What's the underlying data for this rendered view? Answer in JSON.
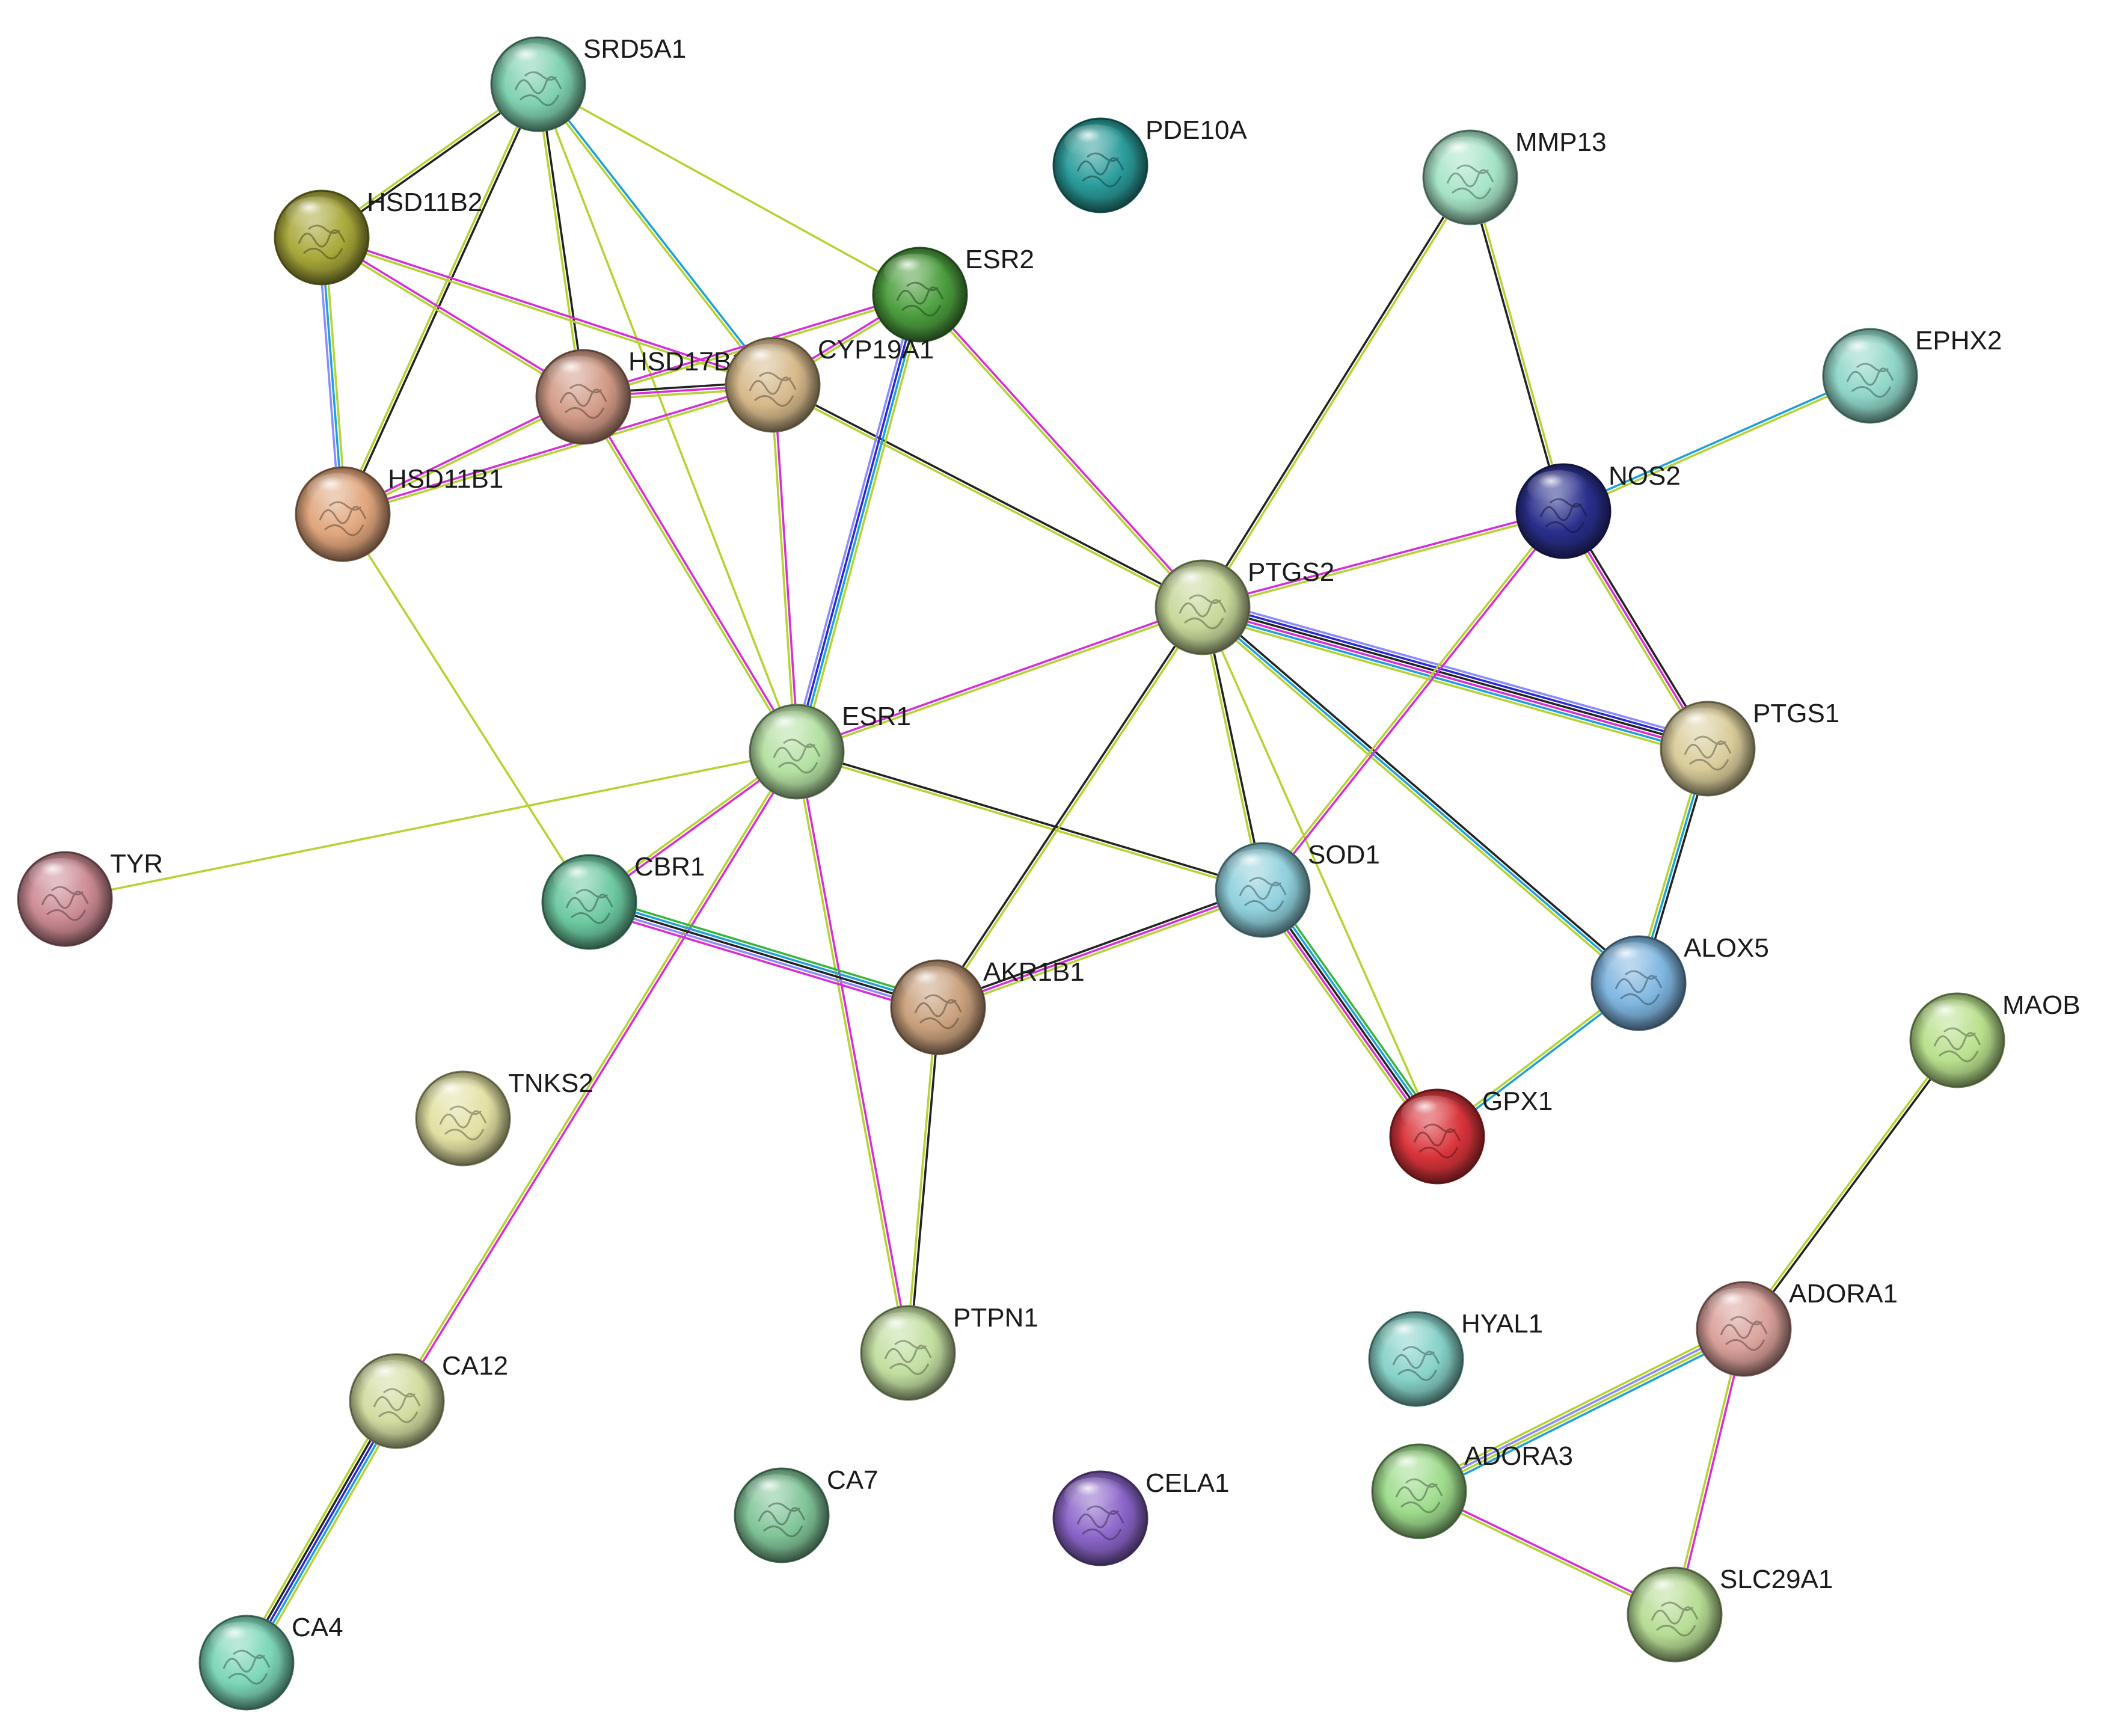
{
  "network": {
    "nodes": [
      {
        "id": "SRD5A1",
        "label": "SRD5A1",
        "color": "#7fd1b0"
      },
      {
        "id": "PDE10A",
        "label": "PDE10A",
        "color": "#2a9c9a"
      },
      {
        "id": "MMP13",
        "label": "MMP13",
        "color": "#a6e4c6"
      },
      {
        "id": "HSD11B2",
        "label": "HSD11B2",
        "color": "#a8a83a"
      },
      {
        "id": "ESR2",
        "label": "ESR2",
        "color": "#4c9e3e"
      },
      {
        "id": "EPHX2",
        "label": "EPHX2",
        "color": "#8fd6c8"
      },
      {
        "id": "HSD17B1",
        "label": "HSD17B1",
        "color": "#d19a86"
      },
      {
        "id": "CYP19A1",
        "label": "CYP19A1",
        "color": "#d6b98a"
      },
      {
        "id": "HSD11B1",
        "label": "HSD11B1",
        "color": "#e0a57c"
      },
      {
        "id": "NOS2",
        "label": "NOS2",
        "color": "#2a2f8c"
      },
      {
        "id": "PTGS2",
        "label": "PTGS2",
        "color": "#c6d89a"
      },
      {
        "id": "ESR1",
        "label": "ESR1",
        "color": "#b4e0a2"
      },
      {
        "id": "PTGS1",
        "label": "PTGS1",
        "color": "#d9cc9a"
      },
      {
        "id": "TYR",
        "label": "TYR",
        "color": "#cc8a94"
      },
      {
        "id": "CBR1",
        "label": "CBR1",
        "color": "#6cc9a0"
      },
      {
        "id": "SOD1",
        "label": "SOD1",
        "color": "#8fd0dc"
      },
      {
        "id": "ALOX5",
        "label": "ALOX5",
        "color": "#7fb6e0"
      },
      {
        "id": "AKR1B1",
        "label": "AKR1B1",
        "color": "#c9a07c"
      },
      {
        "id": "MAOB",
        "label": "MAOB",
        "color": "#b8e08c"
      },
      {
        "id": "TNKS2",
        "label": "TNKS2",
        "color": "#e2e0a2"
      },
      {
        "id": "GPX1",
        "label": "GPX1",
        "color": "#d8343a"
      },
      {
        "id": "PTPN1",
        "label": "PTPN1",
        "color": "#c2dea0"
      },
      {
        "id": "ADORA1",
        "label": "ADORA1",
        "color": "#d9a09a"
      },
      {
        "id": "HYAL1",
        "label": "HYAL1",
        "color": "#86d2c8"
      },
      {
        "id": "CA12",
        "label": "CA12",
        "color": "#d2dca0"
      },
      {
        "id": "ADORA3",
        "label": "ADORA3",
        "color": "#9edc8c"
      },
      {
        "id": "CA7",
        "label": "CA7",
        "color": "#80c498"
      },
      {
        "id": "CELA1",
        "label": "CELA1",
        "color": "#8a64c8"
      },
      {
        "id": "SLC29A1",
        "label": "SLC29A1",
        "color": "#b6dc94"
      },
      {
        "id": "CA4",
        "label": "CA4",
        "color": "#7cd6b8"
      }
    ],
    "edges": [
      {
        "source": "SRD5A1",
        "target": "HSD11B2",
        "colors": [
          "#222222",
          "#b5d334"
        ]
      },
      {
        "source": "SRD5A1",
        "target": "HSD11B1",
        "colors": [
          "#222222",
          "#b5d334"
        ]
      },
      {
        "source": "SRD5A1",
        "target": "HSD17B1",
        "colors": [
          "#222222",
          "#b5d334"
        ]
      },
      {
        "source": "SRD5A1",
        "target": "CYP19A1",
        "colors": [
          "#1fa0d8",
          "#b5d334"
        ]
      },
      {
        "source": "SRD5A1",
        "target": "ESR2",
        "colors": [
          "#b5d334"
        ]
      },
      {
        "source": "SRD5A1",
        "target": "ESR1",
        "colors": [
          "#b5d334"
        ]
      },
      {
        "source": "HSD11B2",
        "target": "HSD11B1",
        "colors": [
          "#b5d334",
          "#1fa0d8",
          "#8b8bff"
        ]
      },
      {
        "source": "HSD11B2",
        "target": "HSD17B1",
        "colors": [
          "#d62fd6",
          "#b5d334"
        ]
      },
      {
        "source": "HSD11B2",
        "target": "CYP19A1",
        "colors": [
          "#d62fd6",
          "#b5d334"
        ]
      },
      {
        "source": "HSD11B1",
        "target": "HSD17B1",
        "colors": [
          "#d62fd6",
          "#b5d334"
        ]
      },
      {
        "source": "HSD11B1",
        "target": "CYP19A1",
        "colors": [
          "#d62fd6",
          "#b5d334"
        ]
      },
      {
        "source": "HSD11B1",
        "target": "CBR1",
        "colors": [
          "#b5d334"
        ]
      },
      {
        "source": "HSD17B1",
        "target": "CYP19A1",
        "colors": [
          "#222222",
          "#d62fd6",
          "#b5d334"
        ]
      },
      {
        "source": "HSD17B1",
        "target": "ESR2",
        "colors": [
          "#d62fd6",
          "#b5d334"
        ]
      },
      {
        "source": "HSD17B1",
        "target": "ESR1",
        "colors": [
          "#d62fd6",
          "#b5d334"
        ]
      },
      {
        "source": "CYP19A1",
        "target": "ESR2",
        "colors": [
          "#d62fd6",
          "#b5d334"
        ]
      },
      {
        "source": "CYP19A1",
        "target": "ESR1",
        "colors": [
          "#d62fd6",
          "#b5d334"
        ]
      },
      {
        "source": "CYP19A1",
        "target": "PTGS2",
        "colors": [
          "#222222",
          "#b5d334"
        ]
      },
      {
        "source": "ESR2",
        "target": "ESR1",
        "colors": [
          "#b5d334",
          "#1fa0d8",
          "#2a2acc",
          "#8b8bff"
        ]
      },
      {
        "source": "ESR2",
        "target": "PTGS2",
        "colors": [
          "#d62fd6",
          "#b5d334"
        ]
      },
      {
        "source": "ESR1",
        "target": "PTGS2",
        "colors": [
          "#d62fd6",
          "#b5d334"
        ]
      },
      {
        "source": "ESR1",
        "target": "TYR",
        "colors": [
          "#b5d334"
        ]
      },
      {
        "source": "ESR1",
        "target": "CBR1",
        "colors": [
          "#d62fd6",
          "#b5d334"
        ]
      },
      {
        "source": "ESR1",
        "target": "SOD1",
        "colors": [
          "#222222",
          "#b5d334"
        ]
      },
      {
        "source": "ESR1",
        "target": "PTPN1",
        "colors": [
          "#d62fd6",
          "#b5d334"
        ]
      },
      {
        "source": "ESR1",
        "target": "CA12",
        "colors": [
          "#d62fd6",
          "#b5d334"
        ]
      },
      {
        "source": "CBR1",
        "target": "AKR1B1",
        "colors": [
          "#3cb43c",
          "#1fa0d8",
          "#222222",
          "#8b8bff",
          "#d62fd6"
        ]
      },
      {
        "source": "AKR1B1",
        "target": "SOD1",
        "colors": [
          "#222222",
          "#d62fd6",
          "#b5d334"
        ]
      },
      {
        "source": "AKR1B1",
        "target": "PTGS2",
        "colors": [
          "#222222",
          "#b5d334"
        ]
      },
      {
        "source": "AKR1B1",
        "target": "PTPN1",
        "colors": [
          "#222222",
          "#b5d334"
        ]
      },
      {
        "source": "PTGS2",
        "target": "MMP13",
        "colors": [
          "#222222",
          "#b5d334"
        ]
      },
      {
        "source": "PTGS2",
        "target": "NOS2",
        "colors": [
          "#d62fd6",
          "#b5d334"
        ]
      },
      {
        "source": "PTGS2",
        "target": "PTGS1",
        "colors": [
          "#8b8bff",
          "#2a2acc",
          "#222222",
          "#d62fd6",
          "#1fa0d8",
          "#b5d334"
        ]
      },
      {
        "source": "PTGS2",
        "target": "SOD1",
        "colors": [
          "#222222",
          "#b5d334"
        ]
      },
      {
        "source": "PTGS2",
        "target": "ALOX5",
        "colors": [
          "#222222",
          "#1fa0d8",
          "#b5d334"
        ]
      },
      {
        "source": "PTGS2",
        "target": "GPX1",
        "colors": [
          "#b5d334"
        ]
      },
      {
        "source": "NOS2",
        "target": "MMP13",
        "colors": [
          "#222222",
          "#b5d334"
        ]
      },
      {
        "source": "NOS2",
        "target": "EPHX2",
        "colors": [
          "#1fa0d8",
          "#b5d334"
        ]
      },
      {
        "source": "NOS2",
        "target": "PTGS1",
        "colors": [
          "#222222",
          "#d62fd6",
          "#b5d334"
        ]
      },
      {
        "source": "NOS2",
        "target": "SOD1",
        "colors": [
          "#d62fd6",
          "#b5d334"
        ]
      },
      {
        "source": "PTGS1",
        "target": "ALOX5",
        "colors": [
          "#222222",
          "#1fa0d8",
          "#b5d334"
        ]
      },
      {
        "source": "SOD1",
        "target": "GPX1",
        "colors": [
          "#3cb43c",
          "#1fa0d8",
          "#222222",
          "#d62fd6",
          "#b5d334"
        ]
      },
      {
        "source": "ALOX5",
        "target": "GPX1",
        "colors": [
          "#1fa0d8",
          "#b5d334"
        ]
      },
      {
        "source": "CA12",
        "target": "CA4",
        "colors": [
          "#b5d334",
          "#1fa0d8",
          "#2a2acc",
          "#222222",
          "#b5d334"
        ]
      },
      {
        "source": "MAOB",
        "target": "ADORA1",
        "colors": [
          "#222222",
          "#b5d334"
        ]
      },
      {
        "source": "ADORA1",
        "target": "ADORA3",
        "colors": [
          "#1fa0d8",
          "#b5d334",
          "#8b8bff",
          "#b5d334"
        ]
      },
      {
        "source": "ADORA1",
        "target": "SLC29A1",
        "colors": [
          "#d62fd6",
          "#b5d334"
        ]
      },
      {
        "source": "ADORA3",
        "target": "SLC29A1",
        "colors": [
          "#d62fd6",
          "#b5d334"
        ]
      }
    ]
  }
}
